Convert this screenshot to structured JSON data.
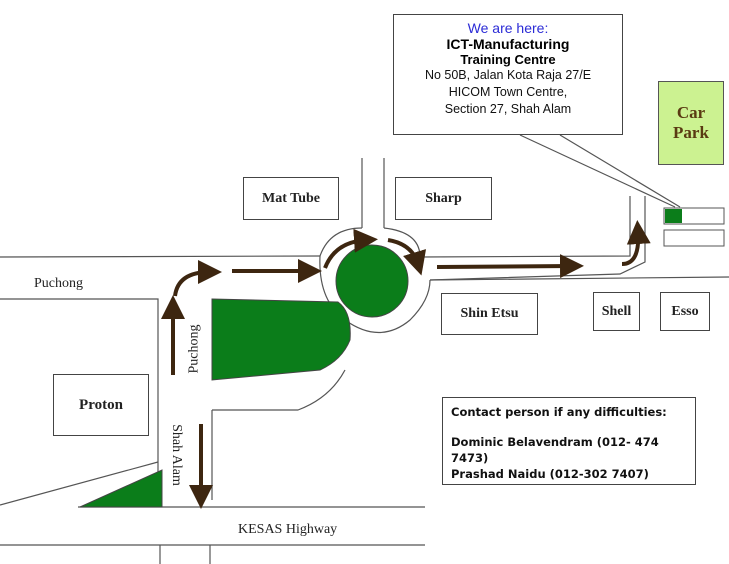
{
  "callout": {
    "we_are_here": "We are here:",
    "org": "ICT-Manufacturing",
    "subtitle": "Training Centre",
    "address": [
      "No 50B, Jalan Kota Raja 27/E",
      "HICOM  Town Centre,",
      "Section 27, Shah Alam"
    ]
  },
  "car_park": {
    "line1": "Car",
    "line2": "Park"
  },
  "buildings": {
    "mat_tube": "Mat Tube",
    "sharp": "Sharp",
    "shin_etsu": "Shin Etsu",
    "shell": "Shell",
    "esso": "Esso",
    "proton": "Proton"
  },
  "roads": {
    "puchong_horizontal": "Puchong",
    "puchong_vertical": "Puchong",
    "shah_alam": "Shah Alam",
    "kesas": "KESAS Highway"
  },
  "contact": {
    "heading": "Contact person if any difficulties:",
    "person1": "Dominic Belavendram (012- 474 7473)",
    "person2": "Prashad Naidu (012-302 7407)"
  },
  "colors": {
    "green": "#0b7d1a",
    "arrow": "#3d2610",
    "car_park": "#ccf291",
    "highlight_text": "#2b2bd6"
  }
}
